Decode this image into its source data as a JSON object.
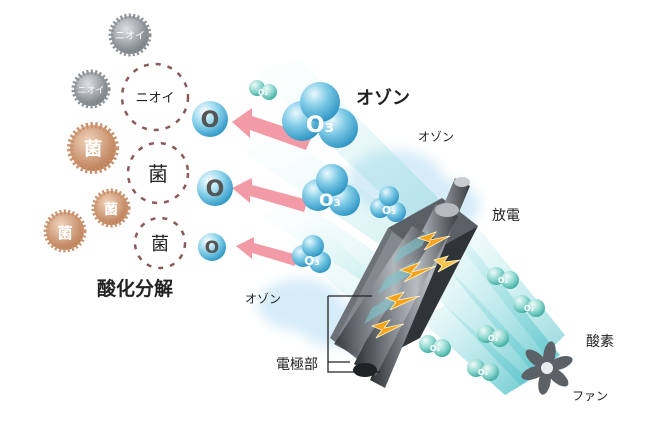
{
  "labels": {
    "ozone_main": "オゾン",
    "ozone_top": "オゾン",
    "ozone_bottom": "オゾン",
    "discharge": "放電",
    "electrode": "電極部",
    "oxygen": "酸素",
    "fan": "ファン",
    "oxidation": "酸化分解"
  },
  "molecules": {
    "o3": "O₃",
    "o2": "O₂",
    "o": "O"
  },
  "targets": {
    "odor": "ニオイ",
    "germ": "菌"
  },
  "colors": {
    "ozone_blue": "#3aa6cf",
    "oxygen_teal": "#47b8b0",
    "germ_brown": "#c9906a",
    "odor_gray": "#8b9196",
    "arrow_pink": "#f29aa6",
    "spark_orange": "#f7a21b",
    "beam_teal": "#7ed3d6",
    "cloud_blue": "#cfe9f6",
    "dash_brown": "#8a5a5a"
  }
}
